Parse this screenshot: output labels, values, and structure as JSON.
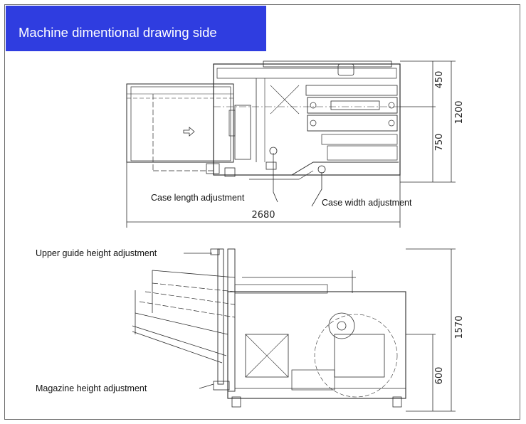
{
  "slide": {
    "title": "Machine dimentional drawing side"
  },
  "top_view": {
    "dimensions": {
      "upper_segment": "450",
      "total_height": "1200",
      "lower_segment": "750",
      "overall_length": "2680"
    },
    "callouts": {
      "case_length": "Case length adjustment",
      "case_width": "Case width adjustment"
    }
  },
  "side_view": {
    "dimensions": {
      "total_height": "1570",
      "lower_height": "600"
    },
    "callouts": {
      "upper_guide": "Upper guide height adjustment",
      "magazine": "Magazine height adjustment"
    }
  },
  "colors": {
    "banner": "#2f3de0",
    "frame": "#6b6b6b",
    "line": "#2a2a2a"
  }
}
